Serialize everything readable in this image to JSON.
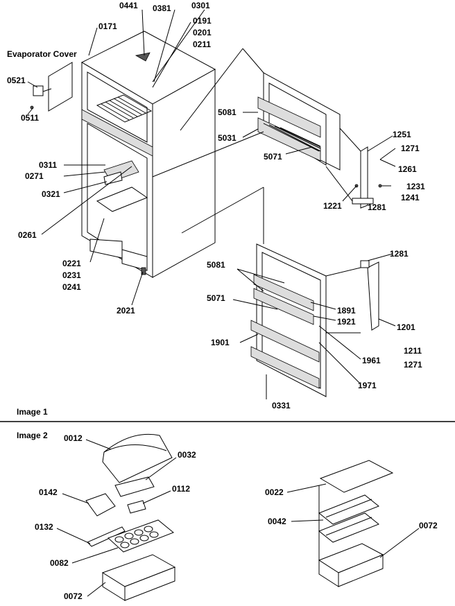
{
  "figure": {
    "image1_label": "Image 1",
    "image2_label": "Image 2",
    "evaporator_cover": "Evaporator Cover"
  },
  "parts_image1": {
    "p0441": "0441",
    "p0381": "0381",
    "p0301": "0301",
    "p0171": "0171",
    "p0191": "0191",
    "p0201": "0201",
    "p0211": "0211",
    "p0521": "0521",
    "p0511": "0511",
    "p0311": "0311",
    "p0271": "0271",
    "p0321": "0321",
    "p0261": "0261",
    "p0221": "0221",
    "p0231": "0231",
    "p0241": "0241",
    "p2021": "2021",
    "p5081a": "5081",
    "p5031": "5031",
    "p5071a": "5071",
    "p1251": "1251",
    "p1271a": "1271",
    "p1261": "1261",
    "p1231": "1231",
    "p1241": "1241",
    "p1221": "1221",
    "p1281a": "1281",
    "p1281b": "1281",
    "p5081b": "5081",
    "p5071b": "5071",
    "p1891": "1891",
    "p1921": "1921",
    "p1201": "1201",
    "p1901": "1901",
    "p1211": "1211",
    "p1961": "1961",
    "p1271b": "1271",
    "p1971": "1971",
    "p0331": "0331"
  },
  "parts_image2": {
    "p0012": "0012",
    "p0032": "0032",
    "p0142": "0142",
    "p0112": "0112",
    "p0132": "0132",
    "p0082": "0082",
    "p0072a": "0072",
    "p0022": "0022",
    "p0042": "0042",
    "p0072b": "0072"
  }
}
